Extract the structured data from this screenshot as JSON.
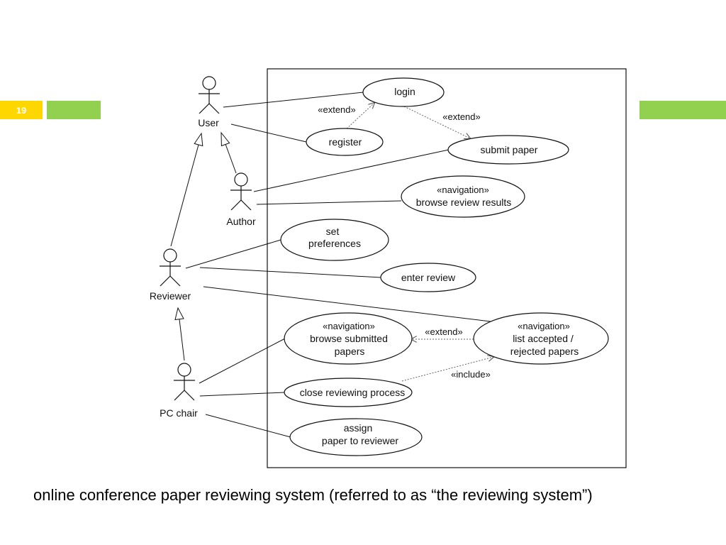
{
  "slide": {
    "number": "19",
    "accent_color": "#92d050",
    "number_box_color": "#ffd700"
  },
  "actors": {
    "user": "User",
    "author": "Author",
    "reviewer": "Reviewer",
    "pc_chair": "PC chair"
  },
  "use_cases": {
    "login": [
      "login"
    ],
    "register": [
      "register"
    ],
    "submit_paper": [
      "submit paper"
    ],
    "browse_review_results": [
      "«navigation»",
      "browse review results"
    ],
    "set_preferences": [
      "set",
      "preferences"
    ],
    "enter_review": [
      "enter review"
    ],
    "browse_submitted_papers": [
      "«navigation»",
      "browse submitted",
      "papers"
    ],
    "list_accepted_rejected": [
      "«navigation»",
      "list accepted /",
      "rejected papers"
    ],
    "close_reviewing_process": [
      "close reviewing process"
    ],
    "assign_paper": [
      "assign",
      "paper to reviewer"
    ]
  },
  "relation_labels": {
    "extend_register_login": "«extend»",
    "extend_login_submit": "«extend»",
    "extend_list_browse": "«extend»",
    "include_close_list": "«include»"
  },
  "caption": "online conference paper reviewing system (referred to as “the reviewing system”)"
}
